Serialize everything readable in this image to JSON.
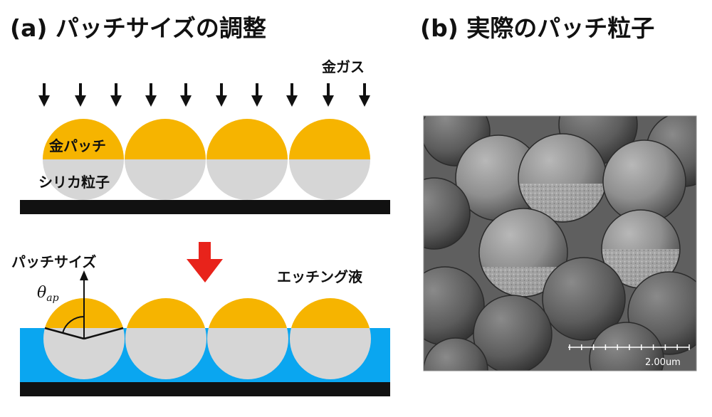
{
  "panel_a": {
    "title": "(a) パッチサイズの調整",
    "gold_gas_label": "金ガス",
    "gold_patch_label": "金パッチ",
    "silica_label": "シリカ粒子",
    "patch_size_label": "パッチサイズ",
    "theta_symbol": "θ",
    "theta_subscript": "ap",
    "etchant_label": "エッチング液"
  },
  "panel_b": {
    "title": "(b) 実際のパッチ粒子",
    "scale_bar_label": "2.00um"
  },
  "colors": {
    "gold": "#f6b400",
    "silica": "#d6d6d6",
    "etchant": "#0aa6f0",
    "substrate": "#111111",
    "process_arrow": "#e8231b"
  }
}
